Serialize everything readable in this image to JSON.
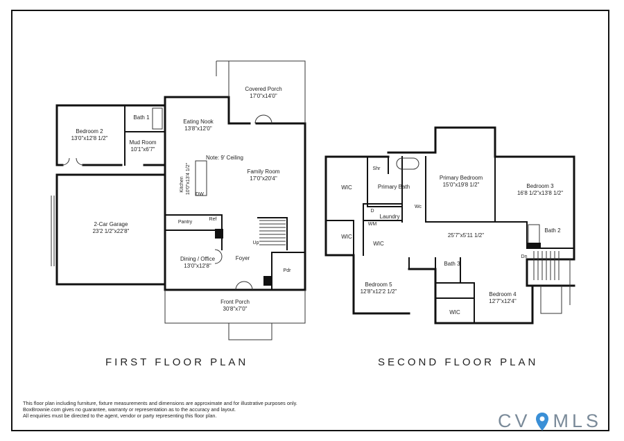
{
  "first_floor": {
    "title": "FIRST FLOOR PLAN",
    "rooms": {
      "covered_porch": {
        "name": "Covered Porch",
        "dims": "17'0\"x14'0\""
      },
      "bath1": {
        "name": "Bath 1"
      },
      "eating_nook": {
        "name": "Eating Nook",
        "dims": "13'8\"x12'0\""
      },
      "bedroom2": {
        "name": "Bedroom 2",
        "dims": "13'0\"x12'8 1/2\""
      },
      "mud_room": {
        "name": "Mud Room",
        "dims": "10'1\"x6'7\""
      },
      "note": "Note: 9' Ceiling",
      "family_room": {
        "name": "Family Room",
        "dims": "17'0\"x20'4\""
      },
      "kitchen": {
        "name": "Kitchen",
        "dims": "10'0\"x13'4 1/2\""
      },
      "dw": "DW",
      "garage": {
        "name": "2-Car Garage",
        "dims": "23'2 1/2\"x22'8\""
      },
      "pantry": "Pantry",
      "ref": "Ref",
      "up": "Up",
      "dining": {
        "name": "Dining / Office",
        "dims": "13'0\"x12'8\""
      },
      "foyer": "Foyer",
      "pdr": "Pdr",
      "front_porch": {
        "name": "Front Porch",
        "dims": "30'8\"x7'0\""
      }
    }
  },
  "second_floor": {
    "title": "SECOND FLOOR PLAN",
    "rooms": {
      "shr": "Shr",
      "wic_left": "WIC",
      "primary_bath": "Primary Bath",
      "primary_bedroom": {
        "name": "Primary Bedroom",
        "dims": "15'0\"x19'8 1/2\""
      },
      "bedroom3": {
        "name": "Bedroom 3",
        "dims": "16'8 1/2\"x13'8 1/2\""
      },
      "wc": "Wc",
      "d": "D",
      "wm": "WM",
      "laundry": "Laundry",
      "wic_left2": "WIC",
      "wic_center": "WIC",
      "hall_dims": "25'7\"x5'11 1/2\"",
      "bath2": "Bath 2",
      "dn": "Dn",
      "bath3": "Bath 3",
      "bedroom5": {
        "name": "Bedroom 5",
        "dims": "12'8\"x12'2 1/2\""
      },
      "bedroom4": {
        "name": "Bedroom 4",
        "dims": "12'7\"x12'4\""
      },
      "wic_bottom": "WIC"
    }
  },
  "disclaimer": [
    "This floor plan including furniture, fixture measurements and dimensions are approximate and for illustrative purposes only.",
    "BoxBrownie.com gives no guarantee, warranty or representation as to the accuracy and layout.",
    "All enquiries must be directed to the agent, vendor or party representing this floor plan."
  ],
  "logo": {
    "text_left": "CV",
    "text_right": "MLS",
    "pin_icon": "map-pin-icon",
    "color": "#7a8a99",
    "pin_color": "#3a8fd6"
  }
}
